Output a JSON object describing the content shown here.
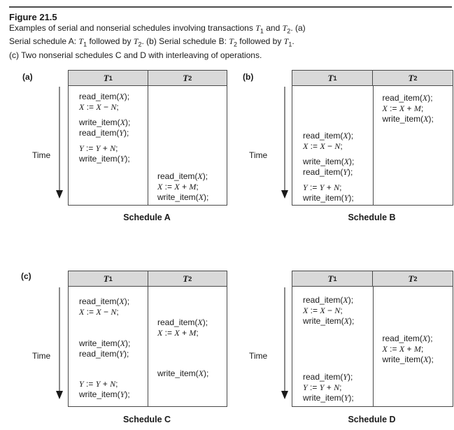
{
  "figure": {
    "title": "Figure 21.5",
    "caption_lines": [
      "Examples of serial and nonserial schedules involving transactions T_1 and T_2. (a)",
      "Serial schedule A: T_1 followed by T_2. (b) Serial schedule B: T_2 followed by T_1.",
      "(c) Two nonserial schedules C and D with interleaving of operations."
    ]
  },
  "colors": {
    "header_bg": "#d9d9d9",
    "table_border": "#4a4a4a",
    "arrow_line": "#8a8a8a",
    "arrow_head": "#1a1a1a",
    "text": "#1a1a1a"
  },
  "schedules": [
    {
      "panel_label": "(a)",
      "time_label": "Time",
      "caption": "Schedule A",
      "columns": [
        "T_1",
        "T_2"
      ],
      "rows": [
        {
          "col": 1,
          "text": "read_item(X);"
        },
        {
          "col": 1,
          "text": "X := X − N;"
        },
        {
          "spacer": 7
        },
        {
          "col": 1,
          "text": "write_item(X);"
        },
        {
          "col": 1,
          "text": "read_item(Y);"
        },
        {
          "spacer": 7
        },
        {
          "col": 1,
          "text": "Y := Y + N;"
        },
        {
          "col": 1,
          "text": "write_item(Y);"
        },
        {
          "spacer": 10
        },
        {
          "col": 2,
          "text": "read_item(X);"
        },
        {
          "col": 2,
          "text": "X := X + M;"
        },
        {
          "col": 2,
          "text": "write_item(X);"
        }
      ]
    },
    {
      "panel_label": "(b)",
      "time_label": "Time",
      "caption": "Schedule B",
      "columns": [
        "T_1",
        "T_2"
      ],
      "rows": [
        {
          "col": 2,
          "text": "read_item(X);"
        },
        {
          "col": 2,
          "text": "X := X + M;"
        },
        {
          "col": 2,
          "text": "write_item(X);"
        },
        {
          "spacer": 9
        },
        {
          "col": 1,
          "text": "read_item(X);"
        },
        {
          "col": 1,
          "text": "X := X − N;"
        },
        {
          "spacer": 7
        },
        {
          "col": 1,
          "text": "write_item(X);"
        },
        {
          "col": 1,
          "text": "read_item(Y);"
        },
        {
          "spacer": 7
        },
        {
          "col": 1,
          "text": "Y := Y + N;"
        },
        {
          "col": 1,
          "text": "write_item(Y);"
        }
      ]
    },
    {
      "panel_label": "(c)",
      "time_label": "Time",
      "caption": "Schedule C",
      "columns": [
        "T_1",
        "T_2"
      ],
      "rows": [
        {
          "col": 1,
          "text": "read_item(X);"
        },
        {
          "col": 1,
          "text": "X := X − N;"
        },
        {
          "col": 2,
          "text": "read_item(X);"
        },
        {
          "col": 2,
          "text": "X := X + M;"
        },
        {
          "col": 1,
          "text": "write_item(X);"
        },
        {
          "col": 1,
          "text": "read_item(Y);"
        },
        {
          "spacer": 13
        },
        {
          "col": 2,
          "text": "write_item(X);"
        },
        {
          "col": 1,
          "text": "Y := Y + N;"
        },
        {
          "col": 1,
          "text": "write_item(Y);"
        }
      ]
    },
    {
      "panel_label": "",
      "time_label": "Time",
      "caption": "Schedule D",
      "columns": [
        "T_1",
        "T_2"
      ],
      "rows": [
        {
          "col": 1,
          "text": "read_item(X);"
        },
        {
          "col": 1,
          "text": "X := X − N;"
        },
        {
          "col": 1,
          "text": "write_item(X);"
        },
        {
          "spacer": 10
        },
        {
          "col": 2,
          "text": "read_item(X);"
        },
        {
          "col": 2,
          "text": "X := X + M;"
        },
        {
          "col": 2,
          "text": "write_item(X);"
        },
        {
          "spacer": 10
        },
        {
          "col": 1,
          "text": "read_item(Y);"
        },
        {
          "col": 1,
          "text": "Y := Y + N;"
        },
        {
          "col": 1,
          "text": "write_item(Y);"
        }
      ]
    }
  ]
}
